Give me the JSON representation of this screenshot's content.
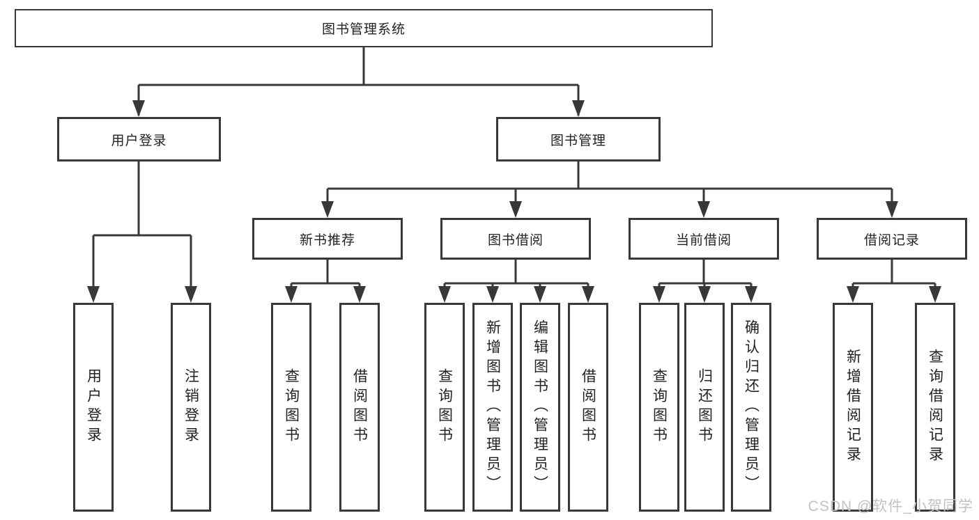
{
  "tree": {
    "root": {
      "label": "图书管理系统"
    },
    "branches": [
      {
        "label": "用户登录",
        "children": [
          {
            "label": "用户登录"
          },
          {
            "label": "注销登录"
          }
        ]
      },
      {
        "label": "图书管理",
        "children": [
          {
            "label": "新书推荐",
            "children": [
              {
                "label": "查询图书"
              },
              {
                "label": "借阅图书"
              }
            ]
          },
          {
            "label": "图书借阅",
            "children": [
              {
                "label": "查询图书"
              },
              {
                "label": "新增图书（管理员）"
              },
              {
                "label": "编辑图书（管理员）"
              },
              {
                "label": "借阅图书"
              }
            ]
          },
          {
            "label": "当前借阅",
            "children": [
              {
                "label": "查询图书"
              },
              {
                "label": "归还图书"
              },
              {
                "label": "确认归还（管理员）"
              }
            ]
          },
          {
            "label": "借阅记录",
            "children": [
              {
                "label": "新增借阅记录"
              },
              {
                "label": "查询借阅记录"
              }
            ]
          }
        ]
      }
    ]
  },
  "watermark": {
    "text": "CSDN @软件_小贺同学",
    "color": "#c2c2c2"
  },
  "colors": {
    "line": "#383838",
    "box_border": "#383838",
    "text": "#222222",
    "background": "#ffffff"
  }
}
